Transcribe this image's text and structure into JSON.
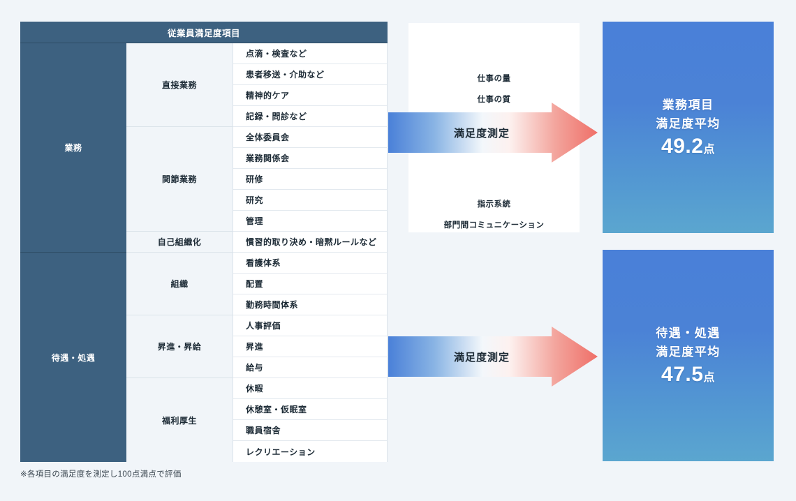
{
  "table": {
    "header": "従業員満足度項目",
    "groups": [
      {
        "name": "業務",
        "categories": [
          {
            "name": "直接業務",
            "items": [
              "点滴・検査など",
              "患者移送・介助など",
              "精神的ケア",
              "記録・問診など"
            ]
          },
          {
            "name": "関節業務",
            "items": [
              "全体委員会",
              "業務関係会",
              "研修",
              "研究",
              "管理"
            ]
          },
          {
            "name": "自己組織化",
            "items": [
              "慣習的取り決め・暗黙ルールなど"
            ]
          }
        ]
      },
      {
        "name": "待遇・処遇",
        "categories": [
          {
            "name": "組織",
            "items": [
              "看護体系",
              "配置",
              "勤務時間体系"
            ]
          },
          {
            "name": "昇進・昇給",
            "items": [
              "人事評価",
              "昇進",
              "給与"
            ]
          },
          {
            "name": "福利厚生",
            "items": [
              "休暇",
              "休憩室・仮眠室",
              "職員宿舎",
              "レクリエーション"
            ]
          }
        ]
      }
    ]
  },
  "footnote": "※各項目の満足度を測定し100点満点で評価",
  "middle_panel": {
    "top_texts": [
      "仕事の量",
      "仕事の質"
    ],
    "bottom_texts": [
      "指示系統",
      "部門間コミュニケーション"
    ]
  },
  "arrows": [
    {
      "label": "満足度測定"
    },
    {
      "label": "満足度測定"
    }
  ],
  "result_cards": [
    {
      "line1": "業務項目",
      "line2": "満足度平均",
      "score": "49.2",
      "unit": "点"
    },
    {
      "line1": "待遇・処遇",
      "line2": "満足度平均",
      "score": "47.5",
      "unit": "点"
    }
  ],
  "colors": {
    "page_background": "#f1f5f9",
    "table_header": "#3d6180",
    "group_column": "#3d6180",
    "mid_column": "#f1f5f9",
    "item_column": "#ffffff",
    "border": "#dbe3ea",
    "card_gradient_top": "#4a80d8",
    "card_gradient_bottom": "#5ba6cf",
    "arrow_start": "#4a80d8",
    "arrow_middle": "#ffffff",
    "arrow_end": "#f4857e",
    "text_dark": "#1d2b36"
  }
}
